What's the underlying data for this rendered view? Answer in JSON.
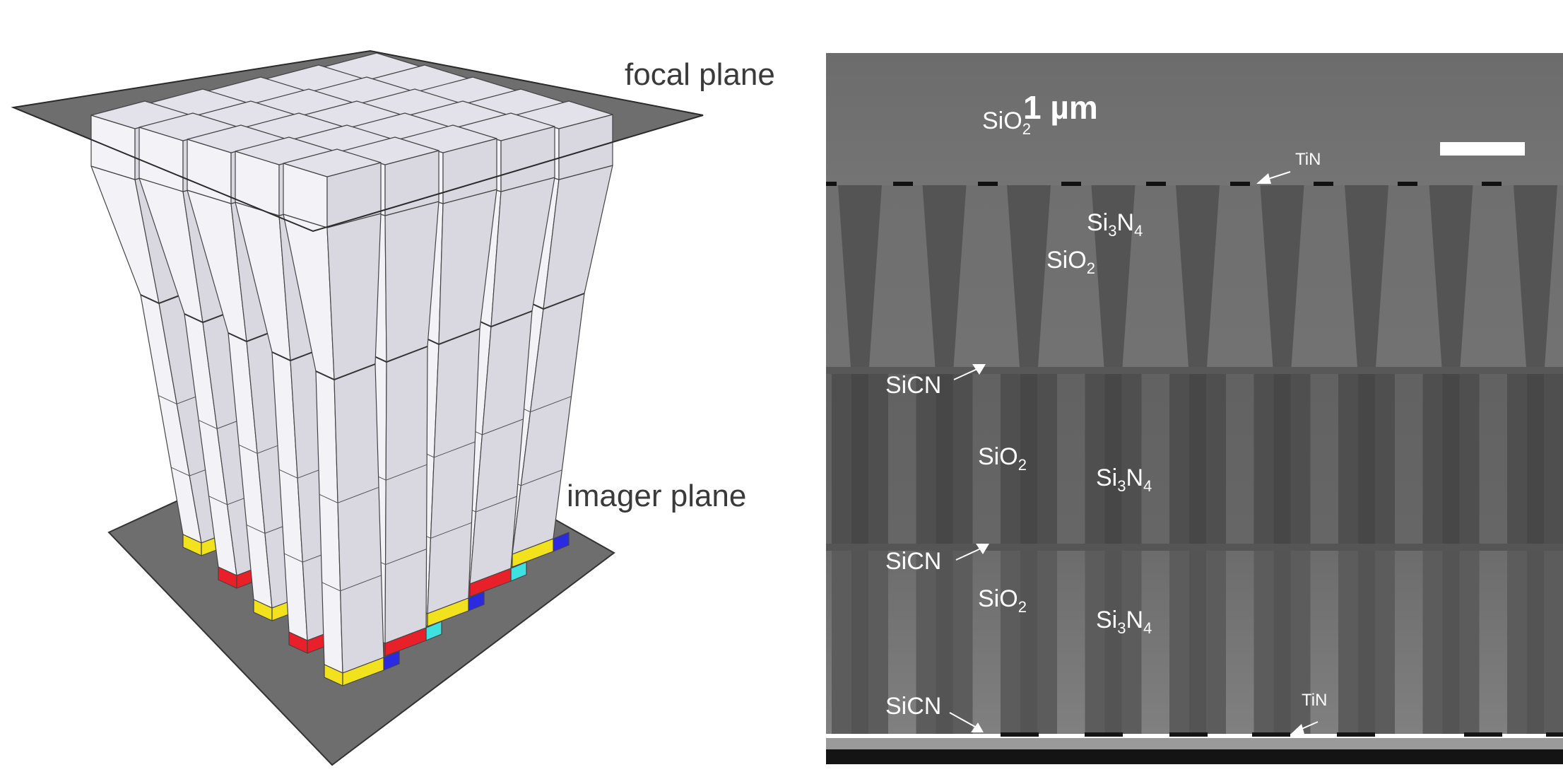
{
  "left_panel": {
    "focal_plane_label": "focal plane",
    "imager_plane_label": "imager plane",
    "colors": {
      "plane": "#6e6e6e",
      "pillar_top": "#e3e1ea",
      "pillar_left": "#f3f3f7",
      "pillar_right": "#d9d7e0",
      "pixel_yellow": "#f2e21e",
      "pixel_red": "#e8202a",
      "pixel_cyan": "#3fe0e0",
      "pixel_blue": "#2a2ae0"
    }
  },
  "right_panel": {
    "scale_bar_label": "1 µm",
    "labels": {
      "sio2_top": [
        {
          "t": "SiO"
        },
        {
          "t": "2",
          "sub": true
        }
      ],
      "tin_top": [
        {
          "t": "TiN"
        }
      ],
      "si3n4_upper": [
        {
          "t": "Si"
        },
        {
          "t": "3",
          "sub": true
        },
        {
          "t": "N"
        },
        {
          "t": "4",
          "sub": true
        }
      ],
      "sio2_upper": [
        {
          "t": "SiO"
        },
        {
          "t": "2",
          "sub": true
        }
      ],
      "sicn_1": [
        {
          "t": "SiCN"
        }
      ],
      "sio2_mid": [
        {
          "t": "SiO"
        },
        {
          "t": "2",
          "sub": true
        }
      ],
      "si3n4_mid": [
        {
          "t": "Si"
        },
        {
          "t": "3",
          "sub": true
        },
        {
          "t": "N"
        },
        {
          "t": "4",
          "sub": true
        }
      ],
      "sicn_2": [
        {
          "t": "SiCN"
        }
      ],
      "sio2_low": [
        {
          "t": "SiO"
        },
        {
          "t": "2",
          "sub": true
        }
      ],
      "si3n4_low": [
        {
          "t": "Si"
        },
        {
          "t": "3",
          "sub": true
        },
        {
          "t": "N"
        },
        {
          "t": "4",
          "sub": true
        }
      ],
      "sicn_3": [
        {
          "t": "SiCN"
        }
      ],
      "tin_bottom": [
        {
          "t": "TiN"
        }
      ]
    }
  }
}
